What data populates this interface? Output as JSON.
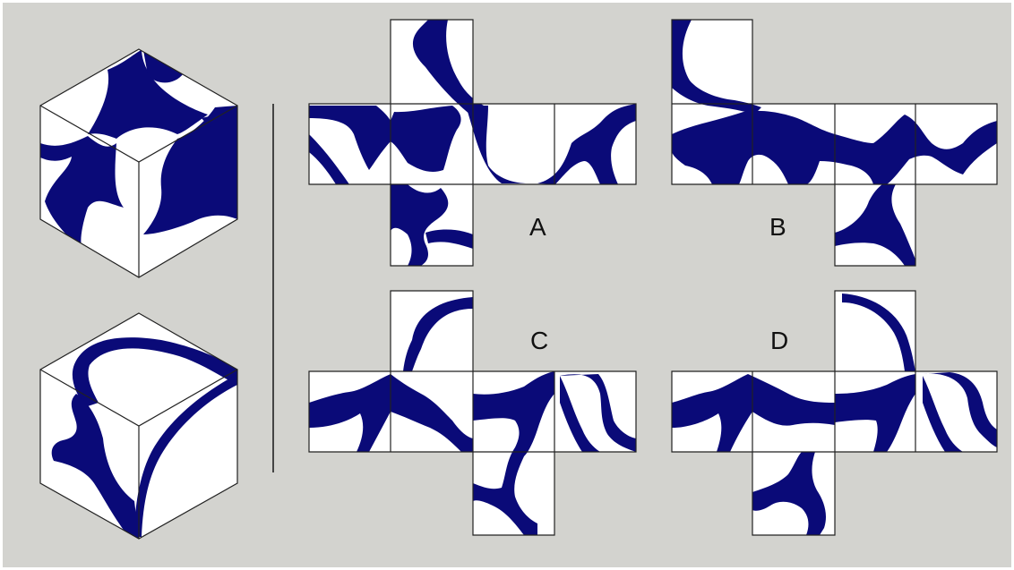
{
  "options": [
    {
      "id": "A",
      "label": "A"
    },
    {
      "id": "B",
      "label": "B"
    },
    {
      "id": "C",
      "label": "C"
    },
    {
      "id": "D",
      "label": "D"
    }
  ],
  "colors": {
    "background": "#d3d3cf",
    "face": "#ffffff",
    "blob": "#0a0a78",
    "line": "#222222"
  }
}
